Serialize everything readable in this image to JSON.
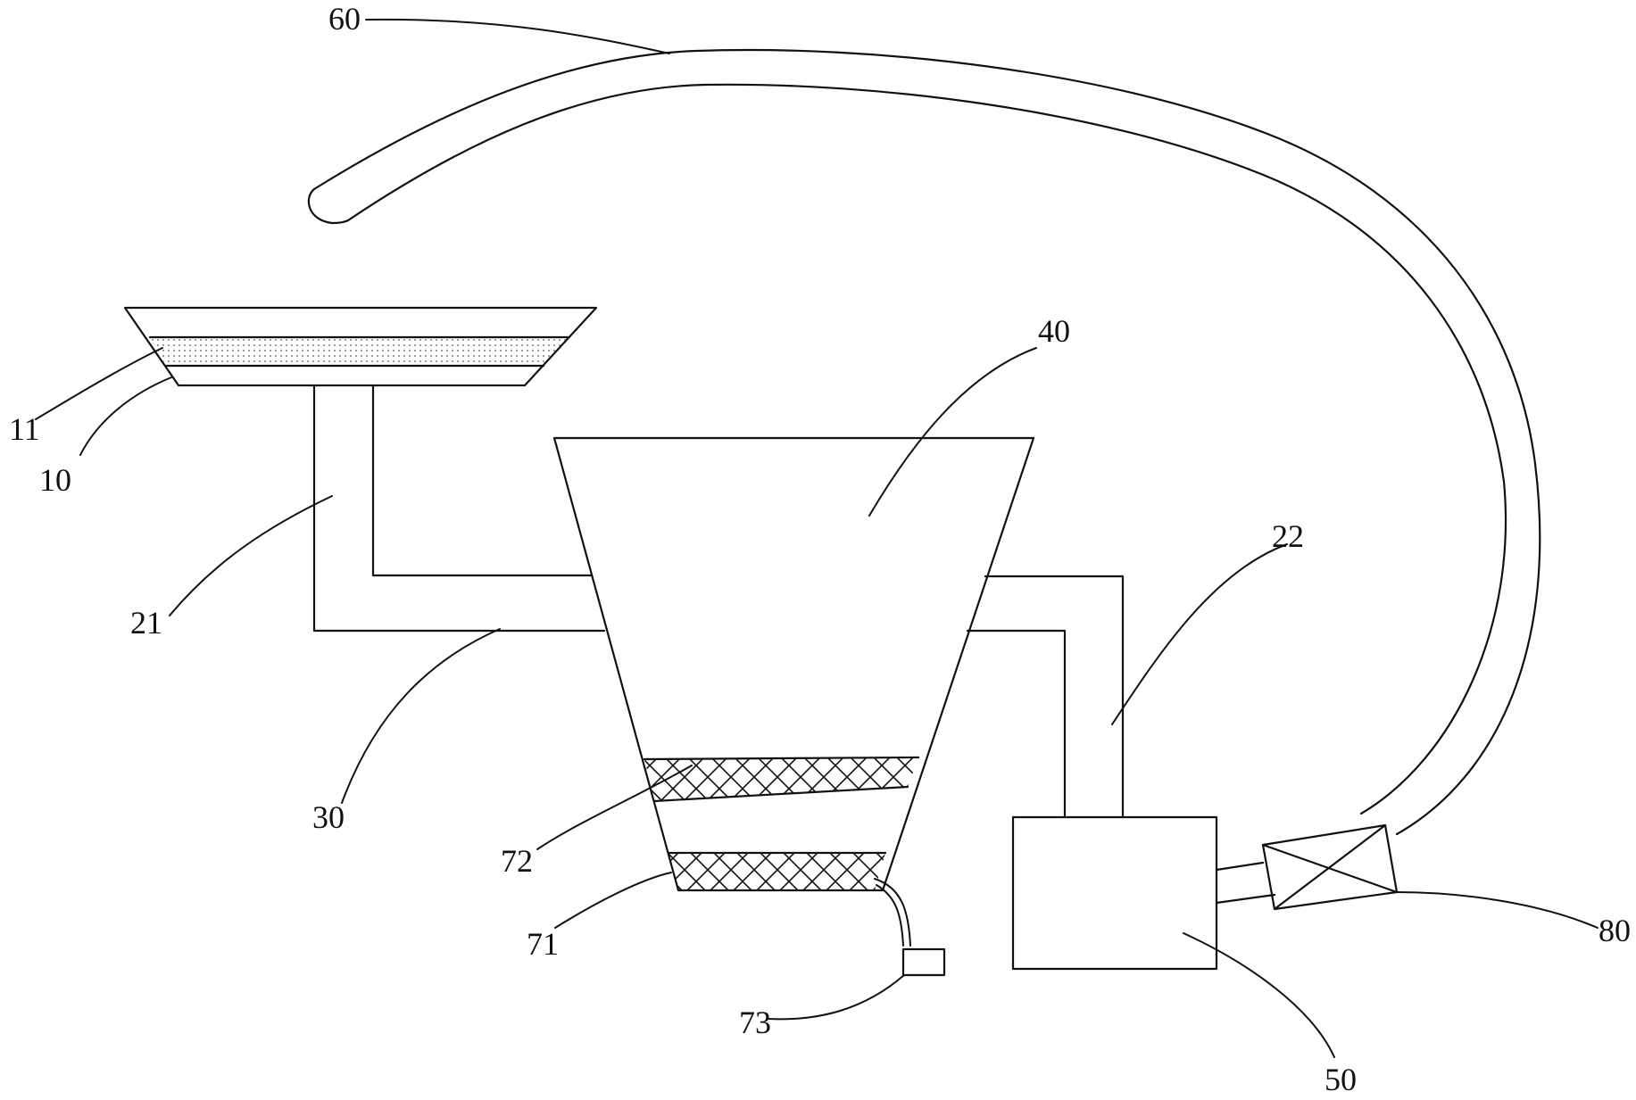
{
  "labels": {
    "l60": "60",
    "l40": "40",
    "l11": "11",
    "l10": "10",
    "l21": "21",
    "l22": "22",
    "l30": "30",
    "l72": "72",
    "l71": "71",
    "l73": "73",
    "l50": "50",
    "l80": "80"
  },
  "colors": {
    "line": "#111111",
    "background": "#ffffff"
  }
}
